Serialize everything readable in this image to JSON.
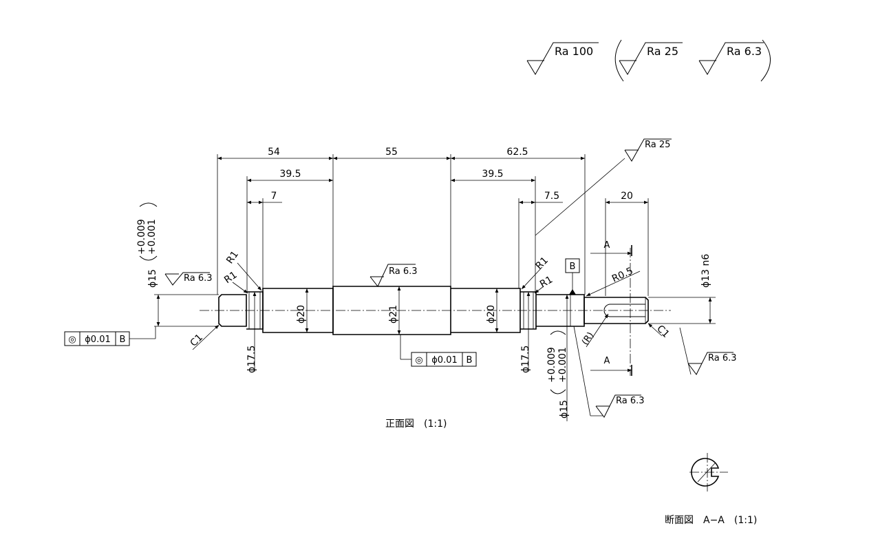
{
  "surface_finish": {
    "general": "Ra 100",
    "others": [
      "Ra 25",
      "Ra 6.3"
    ],
    "bearing_journal": "Ra 25",
    "center": "Ra 6.3",
    "left_end": "Ra 6.3",
    "right_lower": "Ra 6.3",
    "right_end": "Ra 6.3"
  },
  "dimensions": {
    "len_54": "54",
    "len_55": "55",
    "len_62_5": "62.5",
    "len_39_5_left": "39.5",
    "len_39_5_right": "39.5",
    "len_7": "7",
    "len_7_5": "7.5",
    "len_20": "20",
    "dia_15_left": "ϕ15",
    "tol_left": [
      "+0.009",
      "+0.001"
    ],
    "dia_15_right": "ϕ15",
    "tol_right": [
      "+0.009",
      "+0.001"
    ],
    "dia_20_left": "ϕ20",
    "dia_21": "ϕ21",
    "dia_20_right": "ϕ20",
    "dia_17_5_left": "ϕ17.5",
    "dia_17_5_right": "ϕ17.5",
    "dia_13_n6": "ϕ13 n6",
    "r1_a": "R1",
    "r1_b": "R1",
    "r1_c": "R1",
    "r1_d": "R1",
    "r0_5": "R0.5",
    "r_note": "(R)",
    "c1_left": "C1",
    "c1_right": "C1"
  },
  "tolerance_frames": [
    {
      "symbol": "◎",
      "value": "ϕ0.01",
      "datum": "B"
    },
    {
      "symbol": "◎",
      "value": "ϕ0.01",
      "datum": "B"
    }
  ],
  "datum_label": "B",
  "section_marks": [
    "A",
    "A"
  ],
  "captions": {
    "front_view": "正面図　(1:1)",
    "section_view": "断面図　A−A　(1:1)"
  }
}
